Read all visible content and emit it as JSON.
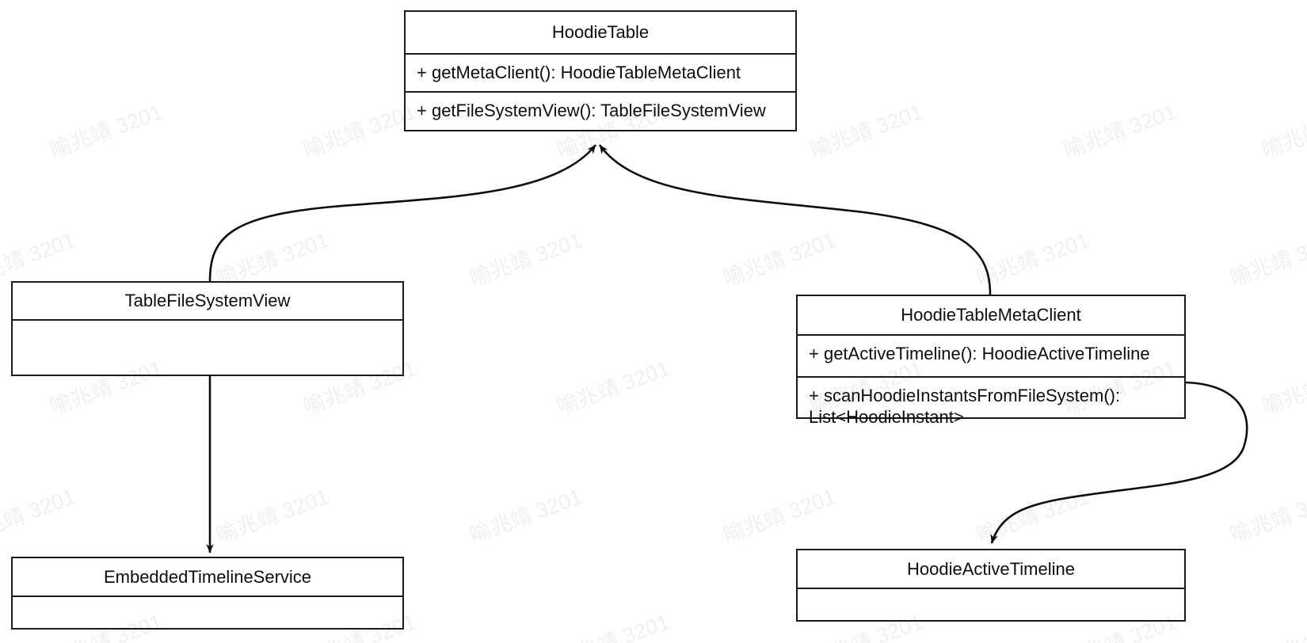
{
  "diagram": {
    "type": "uml-class-diagram",
    "background_color": "#ffffff",
    "line_color": "#1a1a1a",
    "text_color": "#0d0d0d",
    "watermark": {
      "text": "喻兆靖 3201",
      "color": "#f0f0f0",
      "rotation_deg": -20
    },
    "classes": [
      {
        "id": "hoodie-table",
        "name": "HoodieTable",
        "methods": [
          "+ getMetaClient(): HoodieTableMetaClient",
          "+ getFileSystemView(): TableFileSystemView"
        ]
      },
      {
        "id": "table-file-system-view",
        "name": "TableFileSystemView",
        "methods": []
      },
      {
        "id": "hoodie-table-meta-client",
        "name": "HoodieTableMetaClient",
        "methods": [
          "+ getActiveTimeline(): HoodieActiveTimeline",
          "+ scanHoodieInstantsFromFileSystem():\nList<HoodieInstant>"
        ]
      },
      {
        "id": "embedded-timeline-service",
        "name": "EmbeddedTimelineService",
        "methods": []
      },
      {
        "id": "hoodie-active-timeline",
        "name": "HoodieActiveTimeline",
        "methods": []
      }
    ],
    "relations": [
      {
        "id": "rel-tablefilesystemview-to-hoodietable",
        "from": "TableFileSystemView",
        "to": "HoodieTable",
        "style": "curved",
        "arrowhead": "open-arrow-at-target"
      },
      {
        "id": "rel-metaclient-to-hoodietable",
        "from": "HoodieTableMetaClient",
        "to": "HoodieTable",
        "style": "curved",
        "arrowhead": "open-arrow-at-target"
      },
      {
        "id": "rel-tablefilesystemview-to-embeddedtimelineservice",
        "from": "TableFileSystemView",
        "to": "EmbeddedTimelineService",
        "style": "straight",
        "arrowhead": "open-arrow-at-target"
      },
      {
        "id": "rel-metaclient-to-activetimeline",
        "from": "HoodieTableMetaClient",
        "to": "HoodieActiveTimeline",
        "style": "curved",
        "arrowhead": "open-arrow-at-target"
      }
    ]
  }
}
